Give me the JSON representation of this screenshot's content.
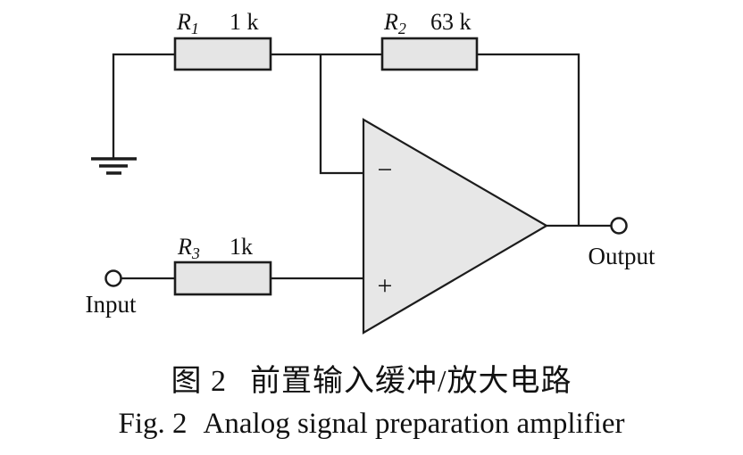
{
  "colors": {
    "wire": "#1c1c1c",
    "component_fill": "#e5e5e5",
    "terminal_fill": "#ffffff",
    "text": "#111111",
    "background": "#ffffff"
  },
  "circuit": {
    "resistors": [
      {
        "ref": "R",
        "sub": "1",
        "value": "1 k"
      },
      {
        "ref": "R",
        "sub": "2",
        "value": "63 k"
      },
      {
        "ref": "R",
        "sub": "3",
        "value": "1k"
      }
    ],
    "opamp": {
      "inverting_label": "−",
      "noninverting_label": "+"
    },
    "terminals": {
      "input_label": "Input",
      "output_label": "Output"
    }
  },
  "caption": {
    "zh_label": "图 2",
    "zh_title": "前置输入缓冲/放大电路",
    "en_label": "Fig. 2",
    "en_title": "Analog signal preparation amplifier"
  }
}
